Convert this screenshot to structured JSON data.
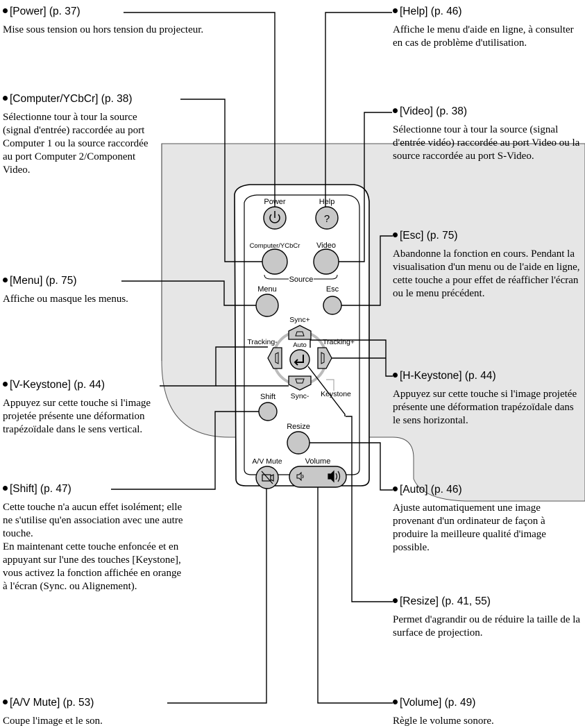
{
  "callouts": {
    "power": {
      "title": "[Power] (p. 37)",
      "desc": "Mise sous tension ou hors tension du projecteur."
    },
    "help": {
      "title": "[Help] (p. 46)",
      "desc": "Affiche le menu d'aide en ligne, à consulter en cas de problème d'utilisation."
    },
    "computer": {
      "title": "[Computer/YCbCr] (p. 38)",
      "desc": "Sélectionne tour à tour la source (signal d'entrée) raccordée au port Computer 1 ou la source raccordée au port Computer 2/Component Video."
    },
    "video": {
      "title": "[Video] (p. 38)",
      "desc": "Sélectionne tour à tour la source (signal d'entrée vidéo) raccordée au port Video ou la source raccordée au port S-Video."
    },
    "esc": {
      "title": "[Esc] (p. 75)",
      "desc": "Abandonne la fonction en cours. Pendant la visualisation d'un menu ou de l'aide en ligne, cette touche a pour effet de réafficher l'écran ou le menu précédent."
    },
    "menu": {
      "title": "[Menu] (p. 75)",
      "desc": "Affiche ou masque les menus."
    },
    "vkeystone": {
      "title": "[V-Keystone] (p. 44)",
      "desc": "Appuyez sur cette touche si l'image projetée présente une déformation trapézoïdale dans le sens vertical."
    },
    "hkeystone": {
      "title": "[H-Keystone] (p. 44)",
      "desc": "Appuyez sur cette touche si l'image projetée présente une déformation trapézoïdale dans le sens horizontal."
    },
    "shift": {
      "title": "[Shift] (p. 47)",
      "desc": "Cette touche n'a aucun effet isolément; elle ne s'utilise qu'en association avec une autre touche.",
      "desc2": "En maintenant cette touche enfoncée et en appuyant sur l'une des touches [Keystone], vous activez la fonction affichée en orange à l'écran (Sync. ou Alignement)."
    },
    "auto": {
      "title": "[Auto] (p. 46)",
      "desc": "Ajuste automatiquement une image provenant d'un ordinateur de façon à produire la meilleure qualité d'image possible."
    },
    "resize": {
      "title": "[Resize] (p. 41, 55)",
      "desc": "Permet d'agrandir ou de réduire la taille de la surface de projection."
    },
    "avmute": {
      "title": "[A/V Mute] (p. 53)",
      "desc": "Coupe l'image et le son."
    },
    "volume": {
      "title": "[Volume] (p. 49)",
      "desc": "Règle le volume sonore."
    }
  },
  "remote_labels": {
    "power": "Power",
    "help": "Help",
    "computer": "Computer/YCbCr",
    "video": "Video",
    "source": "Source",
    "menu": "Menu",
    "esc": "Esc",
    "sync_plus": "Sync+",
    "tracking_minus": "Tracking-",
    "auto": "Auto",
    "tracking_plus": "Tracking+",
    "sync_minus": "Sync-",
    "keystone": "Keystone",
    "shift": "Shift",
    "resize": "Resize",
    "avmute": "A/V Mute",
    "volume": "Volume",
    "help_glyph": "?"
  },
  "colors": {
    "panel": "#e8e8e8",
    "button": "#c8c8c8",
    "line": "#000000"
  },
  "icons": {
    "power": "power-icon",
    "enter": "enter-icon",
    "avmute": "av-mute-icon",
    "vol_down": "volume-down-icon",
    "vol_up": "volume-up-icon"
  }
}
